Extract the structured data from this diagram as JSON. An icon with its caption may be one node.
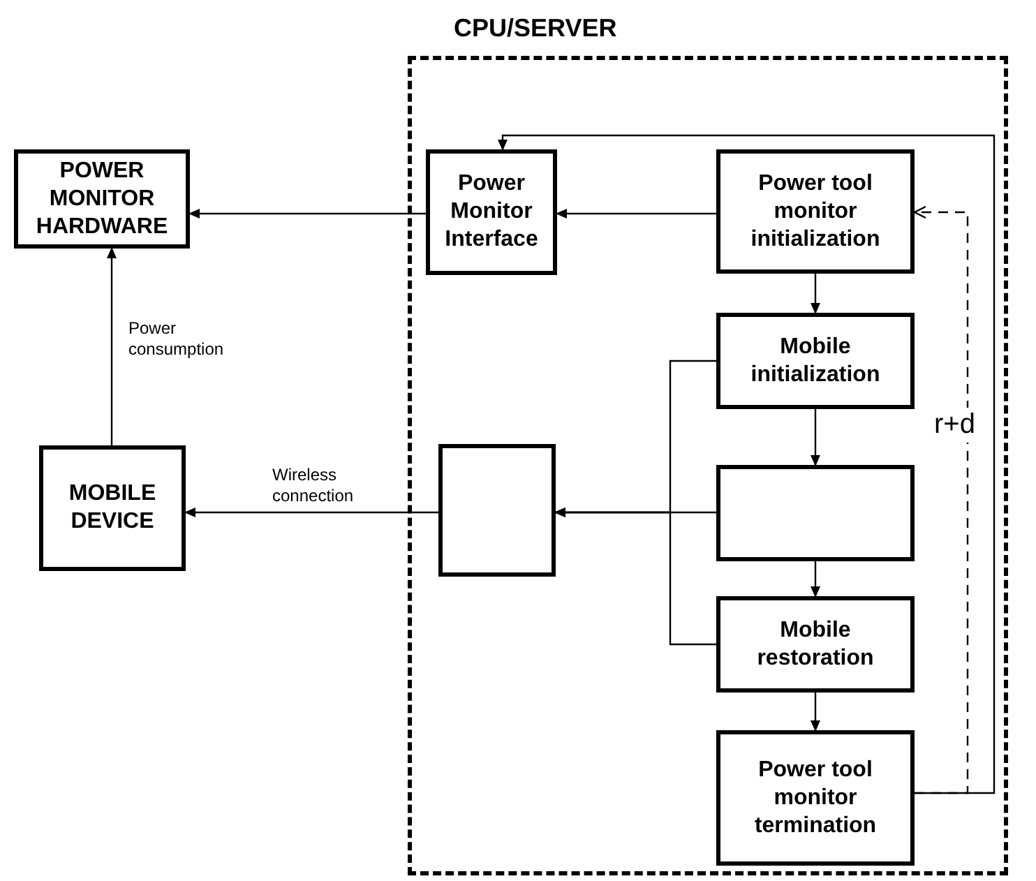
{
  "diagram": {
    "nodes": [
      {
        "text": [
          "CPU/SERVER"
        ]
      },
      {
        "text": [
          "POWER MONITOR HARDWARE"
        ]
      },
      {
        "text": [
          "Power Monitor Interface"
        ],
        "in": 0
      },
      {
        "text": [
          "Power tool monitor initialization"
        ],
        "in": 0
      },
      {
        "text": [
          "MOBILE DEVICE"
        ]
      },
      {
        "text": [
          "Mobile initialization"
        ],
        "in": 0
      },
      {
        "text": [],
        "shape": "box",
        "in": 0
      },
      {
        "text": [],
        "shape": "box",
        "in": 0
      },
      {
        "text": [
          "Mobile restoration"
        ],
        "in": 0
      },
      {
        "text": [
          "Power tool monitor termination"
        ],
        "in": 0
      }
    ],
    "edges": [
      {
        "from": 2,
        "to": 1,
        "arrow": "to"
      },
      {
        "from": 3,
        "to": 2,
        "arrow": "to"
      },
      {
        "from": 3,
        "to": 5,
        "arrow": "to"
      },
      {
        "from": 5,
        "to": 7,
        "arrow": "to"
      },
      {
        "from": 7,
        "to": 8,
        "arrow": "to"
      },
      {
        "from": 8,
        "to": 9,
        "arrow": "to"
      },
      {
        "from": 4,
        "to": 1,
        "arrow": "to",
        "label": "Power consumption"
      },
      {
        "from": 6,
        "to": 4,
        "arrow": "to",
        "label": "Wireless connection"
      },
      {
        "from": 5,
        "to": 6,
        "arrow": "to"
      },
      {
        "from": 7,
        "to": 6,
        "arrow": "to"
      },
      {
        "from": 8,
        "to": 6,
        "arrow": "to"
      },
      {
        "from": 9,
        "to": 2,
        "arrow": "to"
      },
      {
        "from": 9,
        "to": 3,
        "arrow": "to",
        "label": "r+d",
        "style": "dashed"
      }
    ]
  }
}
